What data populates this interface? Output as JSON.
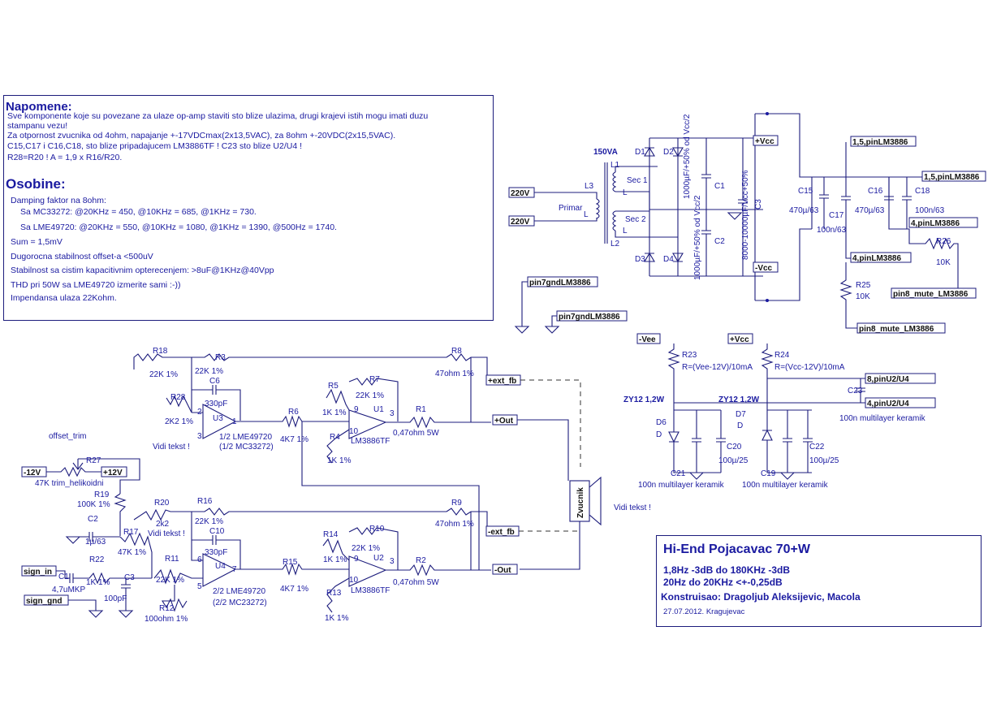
{
  "notes": {
    "heading1": "Napomene:",
    "lines1": [
      "Sve komponente koje su povezane za ulaze op-amp staviti sto blize ulazima, drugi krajevi istih mogu imati duzu",
      "stampanu vezu!",
      "Za otpornost zvucnika od 4ohm, napajanje +-17VDCmax(2x13,5VAC), za 8ohm +-20VDC(2x15,5VAC).",
      "C15,C17 i C16,C18, sto blize pripadajucem LM3886TF ! C23 sto blize U2/U4 !",
      "R28=R20 !      A = 1,9 x R16/R20."
    ],
    "heading2": "Osobine:",
    "lines2": [
      "Damping faktor na 8ohm:",
      "Sa MC33272: @20KHz = 450, @10KHz = 685, @1KHz = 730.",
      "Sa LME49720: @20KHz = 550, @10KHz = 1080, @1KHz = 1390, @500Hz = 1740.",
      "Sum = 1,5mV",
      "Dugorocna stabilnost offset-a <500uV",
      "Stabilnost sa cistim kapacitivnim opterecenjem: >8uF@1KHz@40Vpp",
      "THD pri 50W sa LME49720 izmerite sami :-))",
      "Impendansa ulaza 22Kohm."
    ]
  },
  "title_block": {
    "title": "Hi-End Pojacavac 70+W",
    "spec1": "1,8Hz -3dB do 180KHz -3dB",
    "spec2": "20Hz do 20KHz <+-0,25dB",
    "author": "Konstruisao: Dragoljub Aleksijevic, Macola",
    "date": "27.07.2012. Kragujevac"
  },
  "labels": {
    "offset_trim": "offset_trim",
    "vidi_tekst": "Vidi tekst !",
    "vidi_tekst_spk": "Vidi tekst !",
    "zvucnik": "Zvucnik"
  },
  "psu": {
    "transformer": "150VA",
    "sec1": "Sec 1",
    "sec2": "Sec 2",
    "primar": "Primar",
    "l1": "L1",
    "l2": "L2",
    "l3": "L3",
    "l": "L",
    "ac1": "220V",
    "ac2": "220V",
    "d1": "D1",
    "d2": "D2",
    "d3": "D3",
    "d4": "D4",
    "c1": "C1",
    "c2": "C2",
    "c3": "C3",
    "c1_val": "1000µF/+50% od Vcc/2",
    "c2_val": "1000µF/+50% od Vcc/2",
    "c3_val": "8000-10000µF/Vcc+50%",
    "vcc": "+Vcc",
    "vee": "-Vcc",
    "c15": "C15",
    "c15_val": "470µ/63",
    "c17": "C17",
    "c17_val": "100n/63",
    "c16": "C16",
    "c16_val": "470µ/63",
    "c18": "C18",
    "c18_val": "100n/63",
    "pin15a": "1,5,pinLM3886",
    "pin15b": "1,5,pinLM3886",
    "pin4a": "4,pinLM3886",
    "pin4b": "4,pinLM3886",
    "r26": "R26",
    "r26_val": "10K",
    "r25": "R25",
    "r25_val": "10K",
    "mute1": "pin8_mute_LM3886",
    "mute2": "pin8_mute_LM3886",
    "gnd1": "pin7gndLM3886",
    "gnd2": "pin7gndLM3886"
  },
  "zener": {
    "vee": "-Vee",
    "vcc": "+Vcc",
    "r23": "R23",
    "r23_val": "R=(Vee-12V)/10mA",
    "r24": "R24",
    "r24_val": "R=(Vcc-12V)/10mA",
    "zy1": "ZY12 1,2W",
    "zy2": "ZY12 1,2W",
    "d6": "D6",
    "d7": "D7",
    "d": "D",
    "d_b": "D",
    "c20": "C20",
    "c20_val": "100µ/25",
    "c22": "C22",
    "c22_val": "100µ/25",
    "c21": "C21",
    "c21_val": "100n multilayer keramik",
    "c19": "C19",
    "c19_val": "100n multilayer keramik",
    "c23": "C23",
    "c23_val": "100n multilayer keramik",
    "pin8": "8,pinU2/U4",
    "pin4": "4,pinU2/U4"
  },
  "top_ch": {
    "r18": "R18",
    "r18_val": "22K 1%",
    "r3": "R3",
    "r3_val": "22K 1%",
    "c6": "C6",
    "c6_val": "330pF",
    "r28": "R28",
    "r28_val": "2K2 1%",
    "u3": "U3",
    "u3_val": "1/2 LME49720",
    "u3_alt": "(1/2 MC33272)",
    "r6": "R6",
    "r6_val": "4K7 1%",
    "r5": "R5",
    "r5_val": "1K 1%",
    "r7": "R7",
    "r7_val": "22K 1%",
    "r4": "R4",
    "r4_val": "1K 1%",
    "u1": "U1",
    "u1_val": "LM3886TF",
    "r1": "R1",
    "r1_val": "0,47ohm 5W",
    "r8": "R8",
    "r8_val": "47ohm 1%",
    "ext_fb": "+ext_fb",
    "out": "+Out",
    "pins": [
      "2",
      "3",
      "1",
      "9",
      "10",
      "3"
    ]
  },
  "bot_ch": {
    "r27": "R27",
    "r27_val": "47K trim_helikoidni",
    "m12": "-12V",
    "p12": "+12V",
    "r19": "R19",
    "r19_val": "100K 1%",
    "c2": "C2",
    "c2_val": "1µ/63",
    "r17": "R17",
    "r17_val": "47K 1%",
    "r20": "R20",
    "r20_val": "2k2",
    "r16": "R16",
    "r16_val": "22K 1%",
    "c10": "C10",
    "c10_val": "330pF",
    "r11": "R11",
    "r11_val": "22K 1%",
    "u4": "U4",
    "u4_val": "2/2 LME49720",
    "u4_alt": "(2/2 MC23272)",
    "r15": "R15",
    "r15_val": "4K7 1%",
    "r14": "R14",
    "r14_val": "1K 1%",
    "r10": "R10",
    "r10_val": "22K 1%",
    "r13": "R13",
    "r13_val": "1K 1%",
    "u2": "U2",
    "u2_val": "LM3886TF",
    "r2": "R2",
    "r2_val": "0,47ohm 5W",
    "r9": "R9",
    "r9_val": "47ohm 1%",
    "ext_fb": "-ext_fb",
    "out": "-Out",
    "sign_in": "sign_in",
    "sign_gnd": "sign_gnd",
    "c1": "C1",
    "c1_val": "4,7uMKP",
    "r22": "R22",
    "r22_val": "1K 1%",
    "c3": "C3",
    "c3_val": "100pF",
    "r12": "R12",
    "r12_val": "100ohm 1%",
    "pins": [
      "6",
      "5",
      "7",
      "9",
      "10",
      "3"
    ]
  },
  "colors": {
    "wire": "#1c1c7c",
    "text": "#1a1aa0",
    "background": "#ffffff"
  }
}
